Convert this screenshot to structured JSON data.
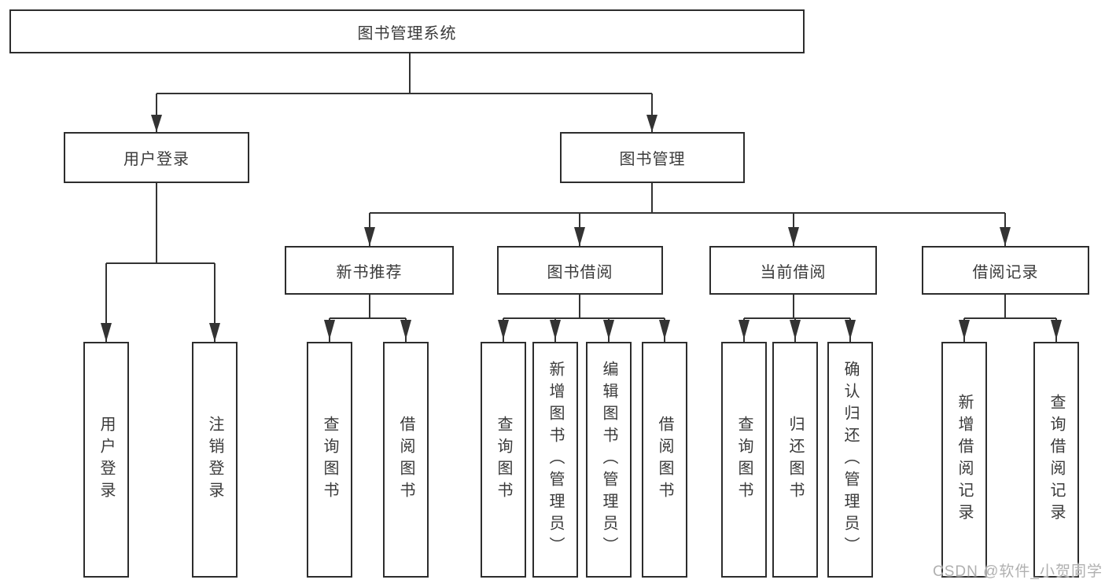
{
  "diagram": {
    "root": {
      "label": "图书管理系统",
      "children": [
        {
          "label": "用户登录",
          "children": [
            {
              "label": "用户登录"
            },
            {
              "label": "注销登录"
            }
          ]
        },
        {
          "label": "图书管理",
          "children": [
            {
              "label": "新书推荐",
              "children": [
                {
                  "label": "查询图书"
                },
                {
                  "label": "借阅图书"
                }
              ]
            },
            {
              "label": "图书借阅",
              "children": [
                {
                  "label": "查询图书"
                },
                {
                  "label": "新增图书（管理员）"
                },
                {
                  "label": "编辑图书（管理员）"
                },
                {
                  "label": "借阅图书"
                }
              ]
            },
            {
              "label": "当前借阅",
              "children": [
                {
                  "label": "查询图书"
                },
                {
                  "label": "归还图书"
                },
                {
                  "label": "确认归还（管理员）"
                }
              ]
            },
            {
              "label": "借阅记录",
              "children": [
                {
                  "label": "新增借阅记录"
                },
                {
                  "label": "查询借阅记录"
                }
              ]
            }
          ]
        }
      ]
    }
  },
  "watermark": {
    "text": "CSDN @软件_小贺同学"
  },
  "colors": {
    "line": "#333333",
    "box_border": "#2d2d2d",
    "text": "#3a3a3a",
    "watermark": "#b0b0b0",
    "background": "#ffffff"
  }
}
